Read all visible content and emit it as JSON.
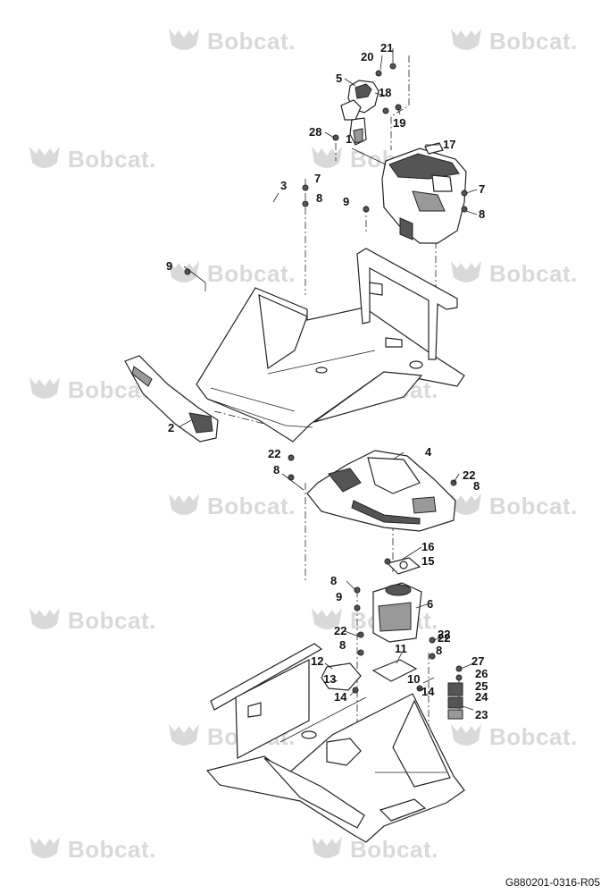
{
  "watermark": {
    "brand_text": "Bobcat."
  },
  "diagram": {
    "document_id": "G880201-0316-R05",
    "callouts": [
      "1",
      "2",
      "3",
      "4",
      "5",
      "6",
      "7",
      "8",
      "9",
      "10",
      "11",
      "12",
      "13",
      "14",
      "15",
      "16",
      "17",
      "18",
      "19",
      "20",
      "21",
      "22",
      "23",
      "24",
      "25",
      "26",
      "27",
      "28",
      "7",
      "8",
      "9",
      "8",
      "22",
      "8",
      "9",
      "22",
      "8",
      "22",
      "8",
      "22",
      "8",
      "14"
    ]
  },
  "colors": {
    "line": "#222222",
    "watermark": "#d9d9d9",
    "background": "#ffffff"
  }
}
